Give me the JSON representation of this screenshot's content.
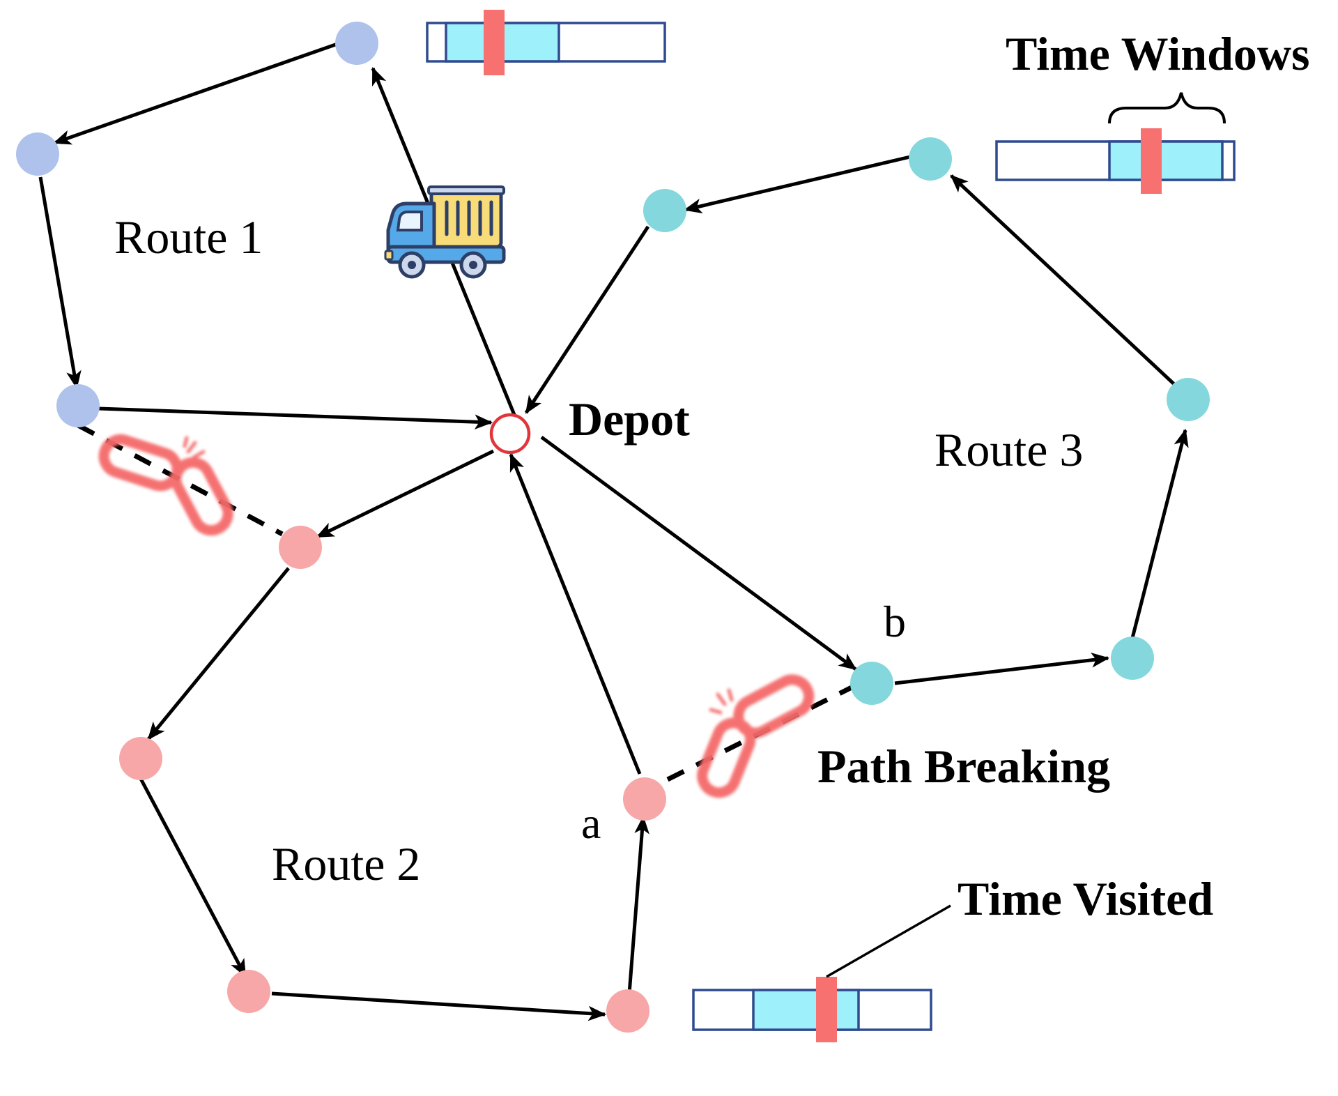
{
  "labels": {
    "route1": "Route 1",
    "route2": "Route 2",
    "route3": "Route 3",
    "depot": "Depot",
    "node_a": "a",
    "node_b": "b",
    "path_breaking": "Path Breaking",
    "time_windows": "Time Windows",
    "time_visited": "Time Visited"
  },
  "colors": {
    "route1_node": "#aec2ec",
    "route2_node": "#f7a7a7",
    "route3_node": "#84d7dc",
    "depot_stroke": "#e0353b",
    "window_fill": "#9ef0fa",
    "window_border": "#2f4a8f",
    "visit_marker": "#f77171",
    "broken_link": "#f56a6a",
    "edge": "#000000"
  },
  "icons": {
    "truck": "delivery-truck-icon",
    "broken_link": "broken-chain-link-icon"
  }
}
